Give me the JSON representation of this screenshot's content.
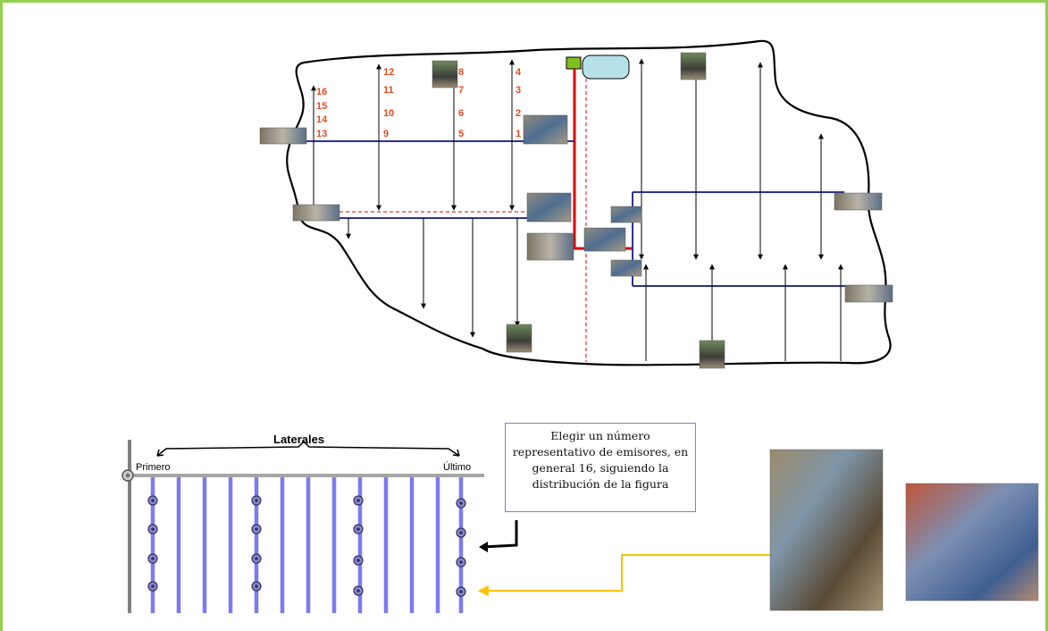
{
  "plot_numbers": [
    {
      "n": "16"
    },
    {
      "n": "15"
    },
    {
      "n": "14"
    },
    {
      "n": "13"
    },
    {
      "n": "12"
    },
    {
      "n": "11"
    },
    {
      "n": "10"
    },
    {
      "n": "9"
    },
    {
      "n": "8"
    },
    {
      "n": "7"
    },
    {
      "n": "6"
    },
    {
      "n": "5"
    },
    {
      "n": "4"
    },
    {
      "n": "3"
    },
    {
      "n": "2"
    },
    {
      "n": "1"
    }
  ],
  "laterales": {
    "title": "Laterales",
    "first_label": "Primero",
    "last_label": "Último"
  },
  "callout": {
    "text": "Elegir un número representativo de emisores, en general 16, siguiendo la distribución de la figura"
  },
  "colors": {
    "frame": "#92d050",
    "main_pipe": "#e00000",
    "manifold": "#2e3192",
    "lateral": "#7b7bf0",
    "arrow_orange": "#ffc000",
    "number": "#e8481c",
    "tank": "#b7e1e8",
    "valve": "#7fbf1f"
  }
}
